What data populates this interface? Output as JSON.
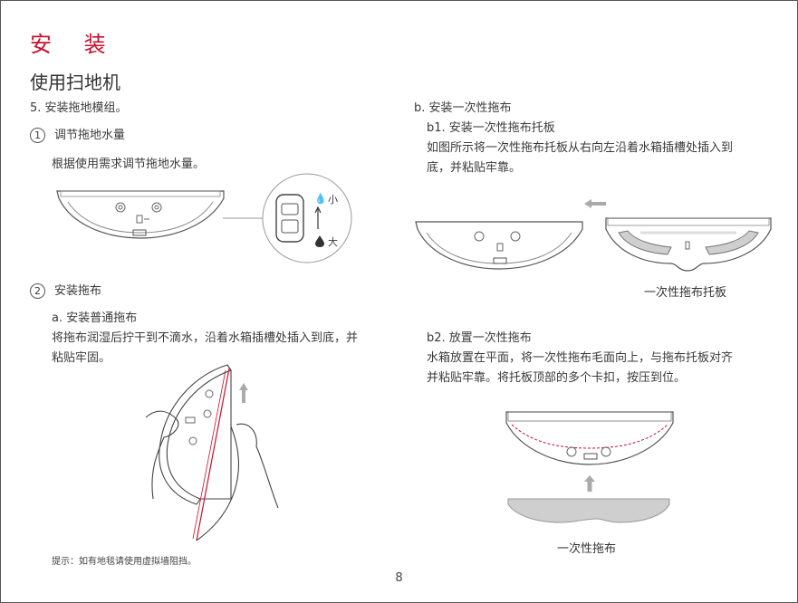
{
  "header": {
    "title": "安 装",
    "subtitle": "使用扫地机"
  },
  "left": {
    "step": "5. 安装拖地模组。",
    "item1": {
      "num": "1",
      "label": "调节拖地水量",
      "desc": "根据使用需求调节拖地水量。"
    },
    "water_level": {
      "small": "小",
      "large": "大"
    },
    "item2": {
      "num": "2",
      "label": "安装拖布"
    },
    "sub_a": {
      "heading": "a. 安装普通拖布",
      "line1": "将拖布润湿后拧干到不滴水，沿着水箱插槽处插入到底，并",
      "line2": "粘贴牢固。"
    },
    "note": "提示：如有地毯请使用虚拟墙阻挡。"
  },
  "right": {
    "b_heading": "b. 安装一次性拖布",
    "b1": {
      "heading": "b1. 安装一次性拖布托板",
      "line1": "如图所示将一次性拖布托板从右向左沿着水箱插槽处插入到",
      "line2": "底，并粘贴牢靠。"
    },
    "b1_caption": "一次性拖布托板",
    "b2": {
      "heading": "b2. 放置一次性拖布",
      "line1": "水箱放置在平面，将一次性拖布毛面向上，与拖布托板对齐",
      "line2": "并粘贴牢靠。将托板顶部的多个卡扣，按压到位。"
    },
    "b2_caption": "一次性拖布"
  },
  "footer": {
    "page_number": "8"
  },
  "colors": {
    "accent": "#c8102e",
    "line": "#555555",
    "shade": "#cfcfcf"
  }
}
